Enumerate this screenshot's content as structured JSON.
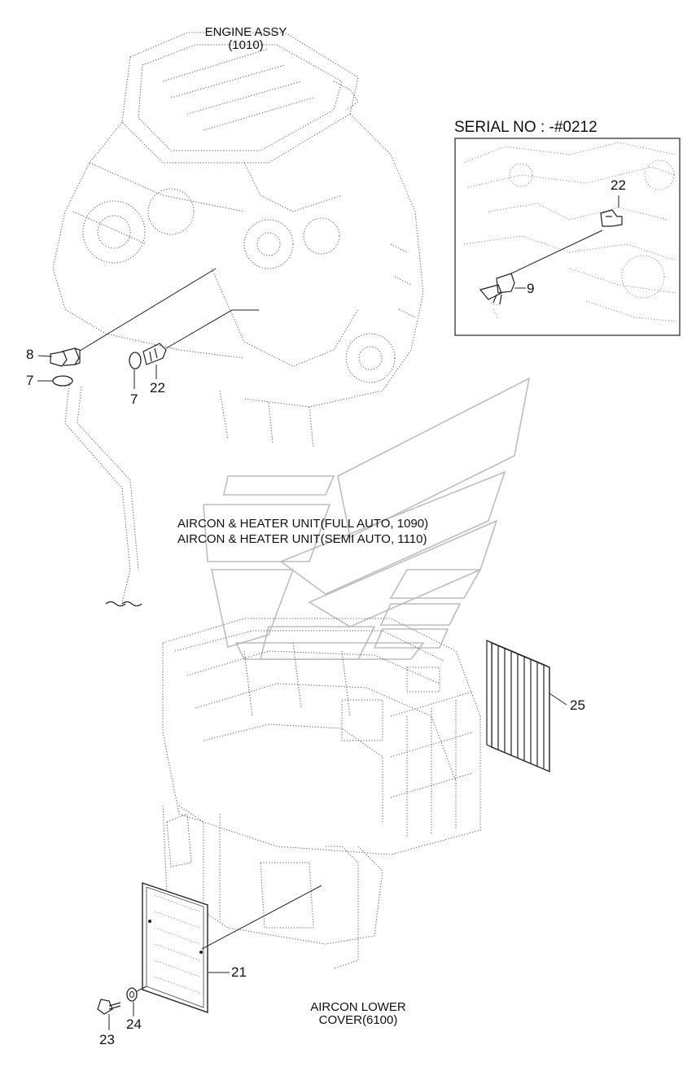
{
  "titles": {
    "engine_assy_line1": "ENGINE ASSY",
    "engine_assy_line2": "(1010)",
    "serial_no": "SERIAL NO : -#0212",
    "aircon_full_auto": "AIRCON & HEATER UNIT(FULL AUTO, 1090)",
    "aircon_semi_auto": "AIRCON & HEATER UNIT(SEMI AUTO, 1110)",
    "aircon_lower_cover_line1": "AIRCON LOWER",
    "aircon_lower_cover_line2": "COVER(6100)"
  },
  "part_numbers": {
    "p8": "8",
    "p7_left": "7",
    "p7_mid": "7",
    "p22_main": "22",
    "p22_inset": "22",
    "p9": "9",
    "p25": "25",
    "p21": "21",
    "p23": "23",
    "p24": "24"
  }
}
